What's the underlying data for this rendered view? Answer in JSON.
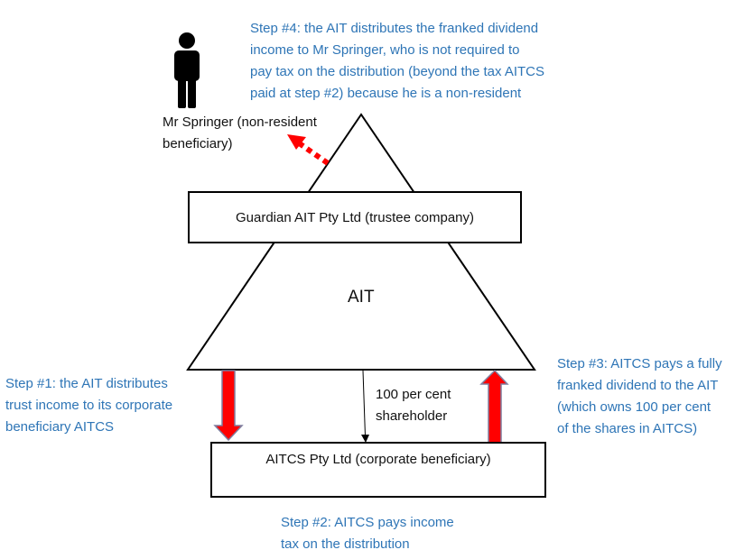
{
  "colors": {
    "step_text": "#2e75b6",
    "arrow_red": "#ff0000",
    "arrow_outline": "#7f7f9f"
  },
  "icons": {
    "person": "person-silhouette-icon"
  },
  "step4": [
    "Step #4: the AIT distributes the franked dividend",
    "income to Mr Springer, who is not required to",
    "pay tax on the distribution (beyond the tax AITCS",
    "paid at step #2) because he is a non-resident"
  ],
  "beneficiary": [
    "Mr Springer (non-resident",
    "beneficiary)"
  ],
  "trustee_box": "Guardian AIT Pty Ltd (trustee company)",
  "trust_label": "AIT",
  "step1": [
    "Step #1: the AIT distributes",
    "trust income to its corporate",
    "beneficiary AITCS"
  ],
  "shareholder": [
    "100 per cent",
    "shareholder"
  ],
  "step3": [
    "Step #3: AITCS pays a fully",
    "franked dividend to the AIT",
    "(which owns 100 per cent",
    "of the shares in AITCS)"
  ],
  "corporate_box": "AITCS Pty Ltd (corporate beneficiary)",
  "step2": [
    "Step #2: AITCS pays income",
    "tax on the distribution"
  ]
}
